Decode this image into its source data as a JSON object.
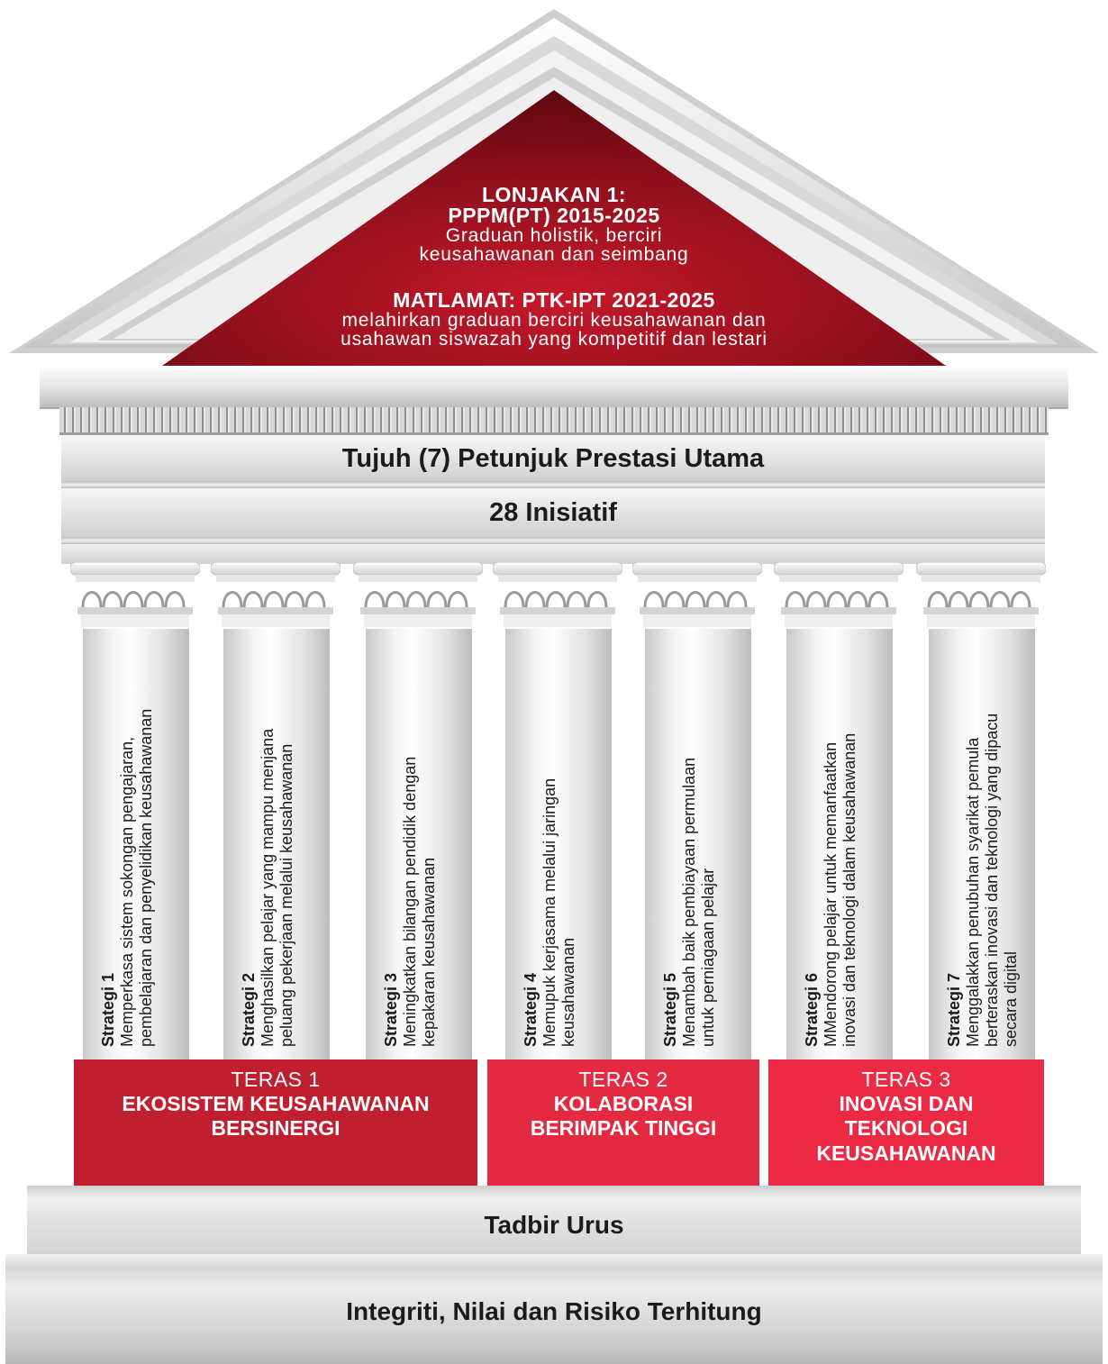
{
  "pediment": {
    "line1": "LONJAKAN 1:",
    "line2": "PPPM(PT) 2015-2025",
    "line3": "Graduan holistik, berciri",
    "line4": "keusahawanan dan seimbang",
    "line5": "MATLAMAT:  PTK-IPT 2021-2025",
    "line6": "melahirkan graduan berciri keusahawanan dan",
    "line7": "usahawan siswazah yang kompetitif dan lestari"
  },
  "bands": {
    "kpi": "Tujuh (7) Petunjuk Prestasi Utama",
    "initiatives": "28 Inisiatif"
  },
  "strategies": [
    {
      "label": "Strategi 1",
      "desc": "Memperkasa sistem sokongan pengajaran,\npembelajaran dan penyelidikan keusahawanan"
    },
    {
      "label": "Strategi 2",
      "desc": "Menghasilkan  pelajar yang mampu menjana\npeluang pekerjaan melalui keusahawanan"
    },
    {
      "label": "Strategi 3",
      "desc": "Meningkatkan bilangan pendidik dengan\nkepakaran keusahawanan"
    },
    {
      "label": "Strategi 4",
      "desc": "Memupuk kerjasama melalui jaringan\nkeusahawanan"
    },
    {
      "label": "Strategi 5",
      "desc": "Menambah baik pembiayaan permulaan\nuntuk perniagaan pelajar"
    },
    {
      "label": "Strategi 6",
      "desc": "MMendorong pelajar untuk memanfaatkan\ninovasi dan teknologi dalam keusahawanan"
    },
    {
      "label": "Strategi 7",
      "desc": "Menggalakkan penubuhan syarikat pemula\nberteraskan inovasi dan teknologi yang dipacu\nsecara  digital"
    }
  ],
  "teras": [
    {
      "label": "TERAS 1",
      "name": "EKOSISTEM KEUSAHAWANAN\nBERSINERGI"
    },
    {
      "label": "TERAS 2",
      "name": "KOLABORASI\nBERIMPAK TINGGI"
    },
    {
      "label": "TERAS 3",
      "name": "INOVASI DAN\nTEKNOLOGI\nKEUSAHAWANAN"
    }
  ],
  "foundation": {
    "step1": "Tadbir Urus",
    "step2": "Integriti, Nilai dan Risiko Terhitung"
  },
  "colors": {
    "teras1": "#c01f2f",
    "teras2": "#e32a40",
    "teras3": "#ec2a43",
    "pediment_red": "#a3111f"
  }
}
